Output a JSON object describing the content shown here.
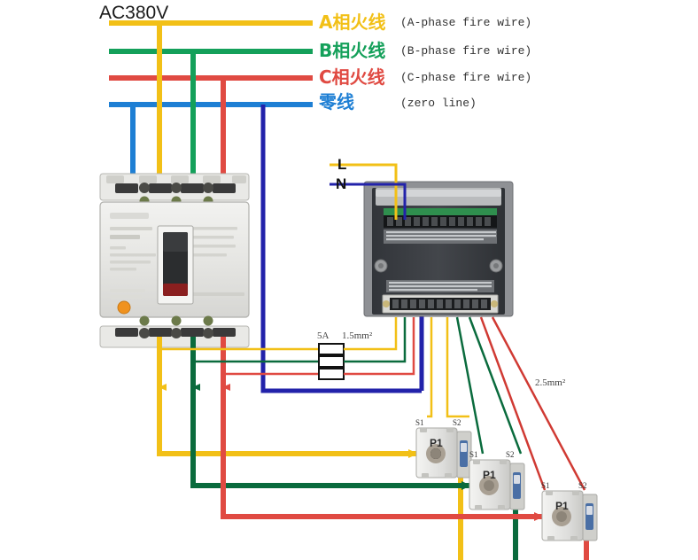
{
  "diagram": {
    "title": "AC380V",
    "source_label": "AC380V"
  },
  "legend": [
    {
      "cn": "A相火线",
      "en": "(A-phase fire wire)",
      "color": "#f2c017"
    },
    {
      "cn": "B相火线",
      "en": "(B-phase fire wire)",
      "color": "#14a05a"
    },
    {
      "cn": "C相火线",
      "en": "(C-phase fire wire)",
      "color": "#e04a42"
    },
    {
      "cn": "零线",
      "en": "(zero line)",
      "color": "#1e7fd4"
    }
  ],
  "meter": {
    "input_l": "L",
    "input_n": "N"
  },
  "fuse": {
    "rating": "5A",
    "wire_size": "1.5mm²"
  },
  "ct_wire": {
    "size": "2.5mm²"
  },
  "cts": [
    {
      "name": "ct-a",
      "s1": "S1",
      "s2": "S2",
      "p1": "P1"
    },
    {
      "name": "ct-b",
      "s1": "S1",
      "s2": "S2",
      "p1": "P1"
    },
    {
      "name": "ct-c",
      "s1": "S1",
      "s2": "S2",
      "p1": "P1"
    }
  ],
  "colors": {
    "phase_a": "#f2c017",
    "phase_b": "#14a05a",
    "phase_c": "#e04a42",
    "neutral": "#1e7fd4",
    "neutral_dark": "#2222aa",
    "green_dark": "#0a6b3d",
    "red_dark": "#d03a33",
    "breaker_body": "#e8e8e6",
    "meter_body": "#3a3d41",
    "ct_body": "#e3e3e1"
  }
}
